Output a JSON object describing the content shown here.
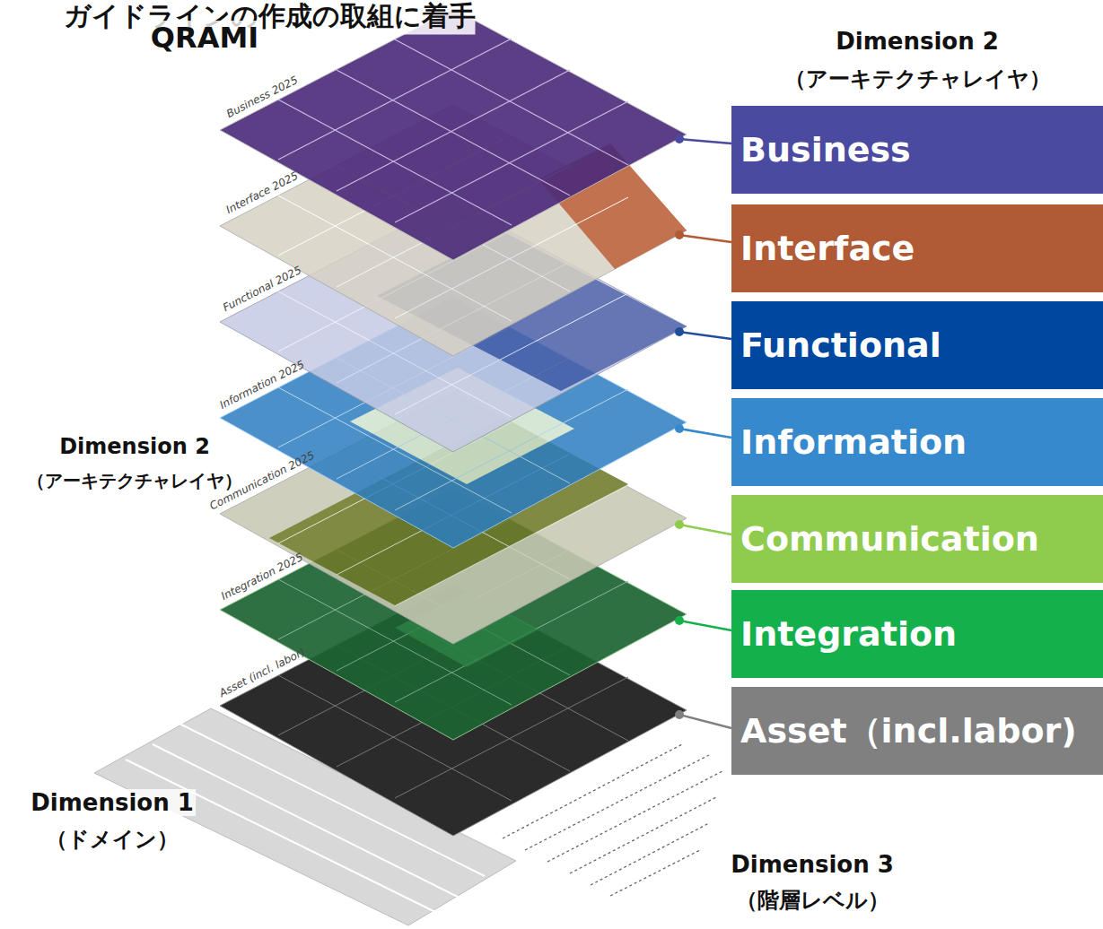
{
  "diagram": {
    "title": "ガイドラインの作成の取組に着手",
    "nodes": [
      {
        "text": [
          "Business"
        ]
      },
      {
        "text": [
          "Interface"
        ]
      },
      {
        "text": [
          "Functional"
        ]
      },
      {
        "text": [
          "Information"
        ]
      },
      {
        "text": [
          "Communication"
        ]
      },
      {
        "text": [
          "Integration"
        ]
      },
      {
        "text": [
          "Asset（incl.labor)"
        ]
      }
    ],
    "labels": [
      "QRAMI",
      "Dimension 2",
      "（アーキテクチャレイヤ）",
      "Dimension 2",
      "（アーキテクチャレイヤ）",
      "Dimension 1",
      "（ドメイン）",
      "Dimension 3",
      "（階層レベル）",
      "Business 2025",
      "Interface 2025",
      "Functional 2025",
      "Information 2025",
      "Communication 2025",
      "Integration 2025",
      "Asset (incl. labor)"
    ]
  }
}
